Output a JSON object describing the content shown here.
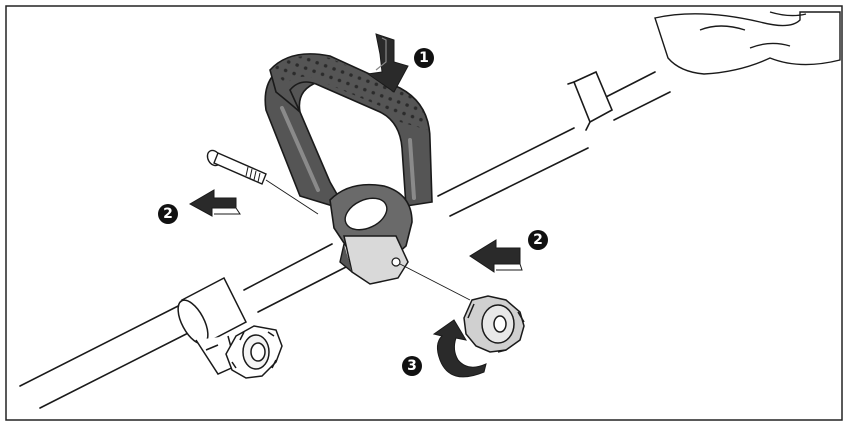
{
  "diagram": {
    "steps": [
      {
        "number": "1",
        "action": "press-down"
      },
      {
        "number": "2",
        "action": "insert-bolt"
      },
      {
        "number": "2",
        "action": "insert-knob"
      },
      {
        "number": "3",
        "action": "tighten-knob"
      }
    ],
    "parts": [
      "shaft",
      "handle",
      "clamp",
      "bolt",
      "knob",
      "lower-clamp-knob"
    ],
    "colors": {
      "outline": "#1a1a1a",
      "handle_fill": "#555555",
      "handle_highlight": "#8a8a8a",
      "part_fill": "#d9d9d9",
      "arrow_fill": "#2a2a2a",
      "badge_fill": "#111111",
      "background": "#ffffff"
    }
  }
}
